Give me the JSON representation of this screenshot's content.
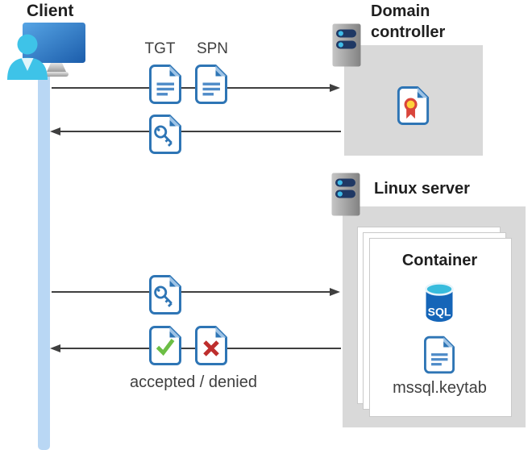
{
  "colors": {
    "accent_blue": "#2E75B5",
    "doc_line_blue": "#4E8BC8",
    "fold_light": "#9DC3E6",
    "green": "#6CBE45",
    "red": "#BE2E2D",
    "box_gray": "#D9D9D9",
    "lifeline_blue": "#B9D7F4",
    "arrow_gray": "#3F3F3F",
    "server_navy": "#1F3864",
    "dot_cyan": "#3FBBE8",
    "person_cyan": "#3EC3E8",
    "sql_body": "#1565B8",
    "sql_top": "#38BCDD",
    "cert_yellow": "#FFD23B",
    "cert_red": "#D9453B",
    "card_border": "#C9C9C9",
    "heading_color": "#1F1F1F",
    "label_color": "#3F3F3F"
  },
  "client": {
    "label": "Client"
  },
  "domain_controller": {
    "label": "Domain controller"
  },
  "linux_server": {
    "label": "Linux server"
  },
  "container": {
    "title": "Container",
    "sql_text": "SQL",
    "keytab_label": "mssql.keytab"
  },
  "messages": {
    "tgt_label": "TGT",
    "spn_label": "SPN",
    "result_label": "accepted / denied"
  },
  "flows": [
    {
      "from": "client",
      "to": "domain_controller",
      "direction": "right",
      "carries": [
        "tgt-document-icon",
        "spn-document-icon"
      ]
    },
    {
      "from": "domain_controller",
      "to": "client",
      "direction": "left",
      "carries": [
        "key-document-icon"
      ]
    },
    {
      "from": "client",
      "to": "linux_server",
      "direction": "right",
      "carries": [
        "key-document-icon"
      ]
    },
    {
      "from": "linux_server",
      "to": "client",
      "direction": "left",
      "carries": [
        "check-document-icon",
        "x-document-icon"
      ]
    }
  ]
}
